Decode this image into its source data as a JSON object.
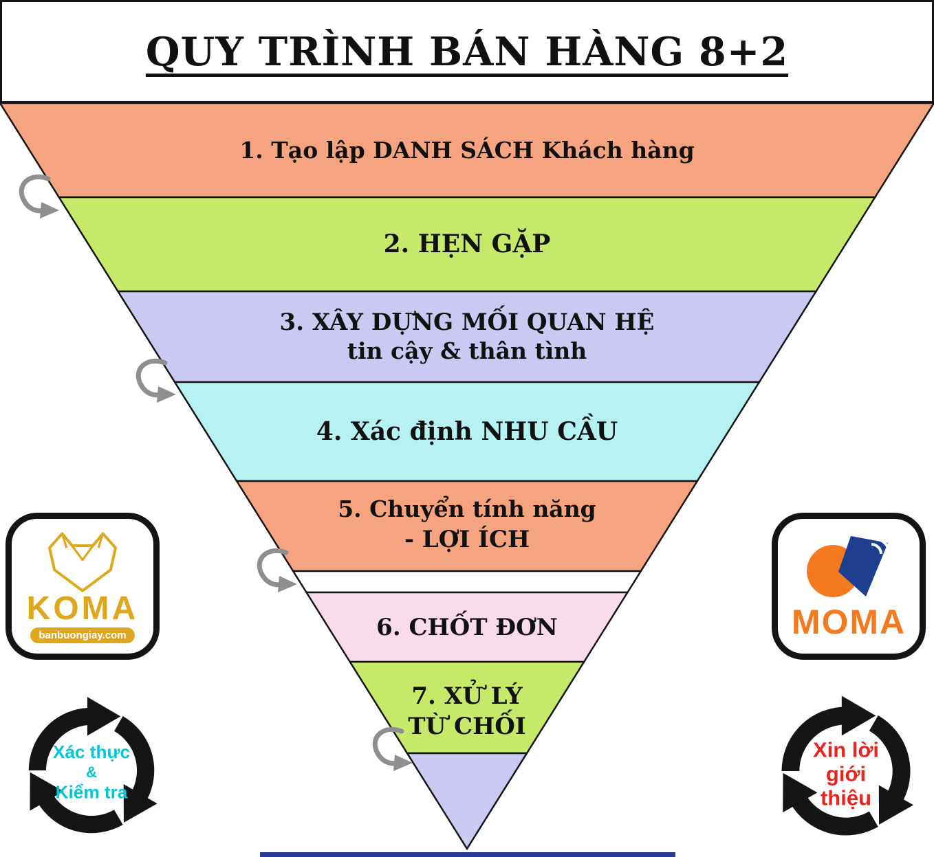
{
  "title": "QUY TRÌNH BÁN HÀNG 8+2",
  "funnel": {
    "levels": [
      {
        "id": 1,
        "lines": [
          "1. Tạo lập DANH SÁCH Khách hàng"
        ],
        "color": "#f5a47f"
      },
      {
        "id": 2,
        "lines": [
          "2. HẸN GẶP"
        ],
        "color": "#c6e96a"
      },
      {
        "id": 3,
        "lines": [
          "3. XÂY DỰNG MỐI QUAN HỆ",
          "tin cậy & thân tình"
        ],
        "color": "#c9c9f1"
      },
      {
        "id": 4,
        "lines": [
          "4. Xác định NHU CẦU"
        ],
        "color": "#b6f2f2"
      },
      {
        "id": 5,
        "lines": [
          "5. Chuyển tính năng",
          "- LỢI ÍCH"
        ],
        "color": "#f5a47f"
      },
      {
        "id": 0,
        "lines": [],
        "color": "#ffffff"
      },
      {
        "id": 6,
        "lines": [
          "6. CHỐT ĐƠN"
        ],
        "color": "#f9dcec"
      },
      {
        "id": 7,
        "lines": [
          "7. XỬ LÝ",
          "TỪ CHỐI"
        ],
        "color": "#c6e96a"
      },
      {
        "id": 8,
        "lines": [],
        "color": "#c9c9f1"
      }
    ]
  },
  "logos": {
    "koma": {
      "name": "KOMA",
      "subtitle": "banbuongiay.com",
      "color": "#dfa71e"
    },
    "moma": {
      "name": "MOMA",
      "color": "#f47a20",
      "accent_blue": "#1e3e90"
    }
  },
  "cycles": {
    "left": {
      "lines": [
        "Xác thực",
        "&",
        "Kiểm tra"
      ],
      "color": "#00c6d8"
    },
    "right": {
      "lines": [
        "Xin lời",
        "giới",
        "thiệu"
      ],
      "color": "#e6251f"
    }
  },
  "decor": {
    "step_arrow_color": "#8f8f8f",
    "outline_color": "#141414",
    "bottom_bar_color": "#2c3b97"
  },
  "icons": {
    "step_arrow": "curved-arrow",
    "left_cycle": "circular-arrows",
    "right_cycle": "circular-arrows",
    "koma_mark": "origami-fox",
    "moma_mark": "orange-blue-mark"
  }
}
